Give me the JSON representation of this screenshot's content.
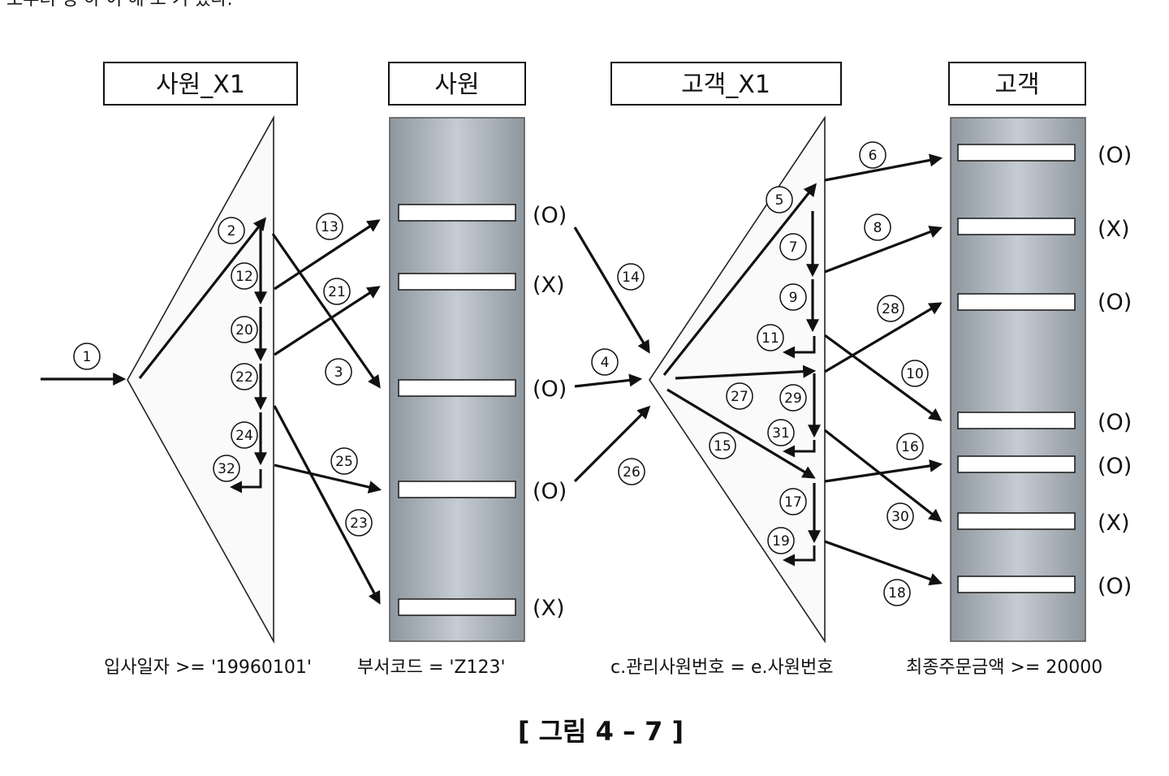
{
  "top_fragment": "로부터 정 하 이 해 보 기 했다.",
  "boxes": {
    "emp_x1": "사원_X1",
    "emp": "사원",
    "cust_x1": "고객_X1",
    "cust": "고객"
  },
  "emp_marks": [
    "(O)",
    "(X)",
    "(O)",
    "(O)",
    "(X)"
  ],
  "cust_marks": [
    "(O)",
    "(X)",
    "(O)",
    "(O)",
    "(O)",
    "(X)",
    "(O)"
  ],
  "conditions": {
    "emp_x1": "입사일자 >= '19960101'",
    "emp": "부서코드 = 'Z123'",
    "cust_x1": "c.관리사원번호 = e.사원번호",
    "cust": "최종주문금액 >= 20000"
  },
  "caption": "[ 그림 4 – 7 ]",
  "steps": [
    "1",
    "2",
    "3",
    "4",
    "5",
    "6",
    "7",
    "8",
    "9",
    "10",
    "11",
    "12",
    "13",
    "14",
    "15",
    "16",
    "17",
    "18",
    "19",
    "20",
    "21",
    "22",
    "23",
    "24",
    "25",
    "26",
    "27",
    "28",
    "29",
    "30",
    "31",
    "32"
  ],
  "colors": {
    "table_dark": "#8e969e",
    "table_light": "#c5ccd3",
    "ink": "#111111"
  }
}
